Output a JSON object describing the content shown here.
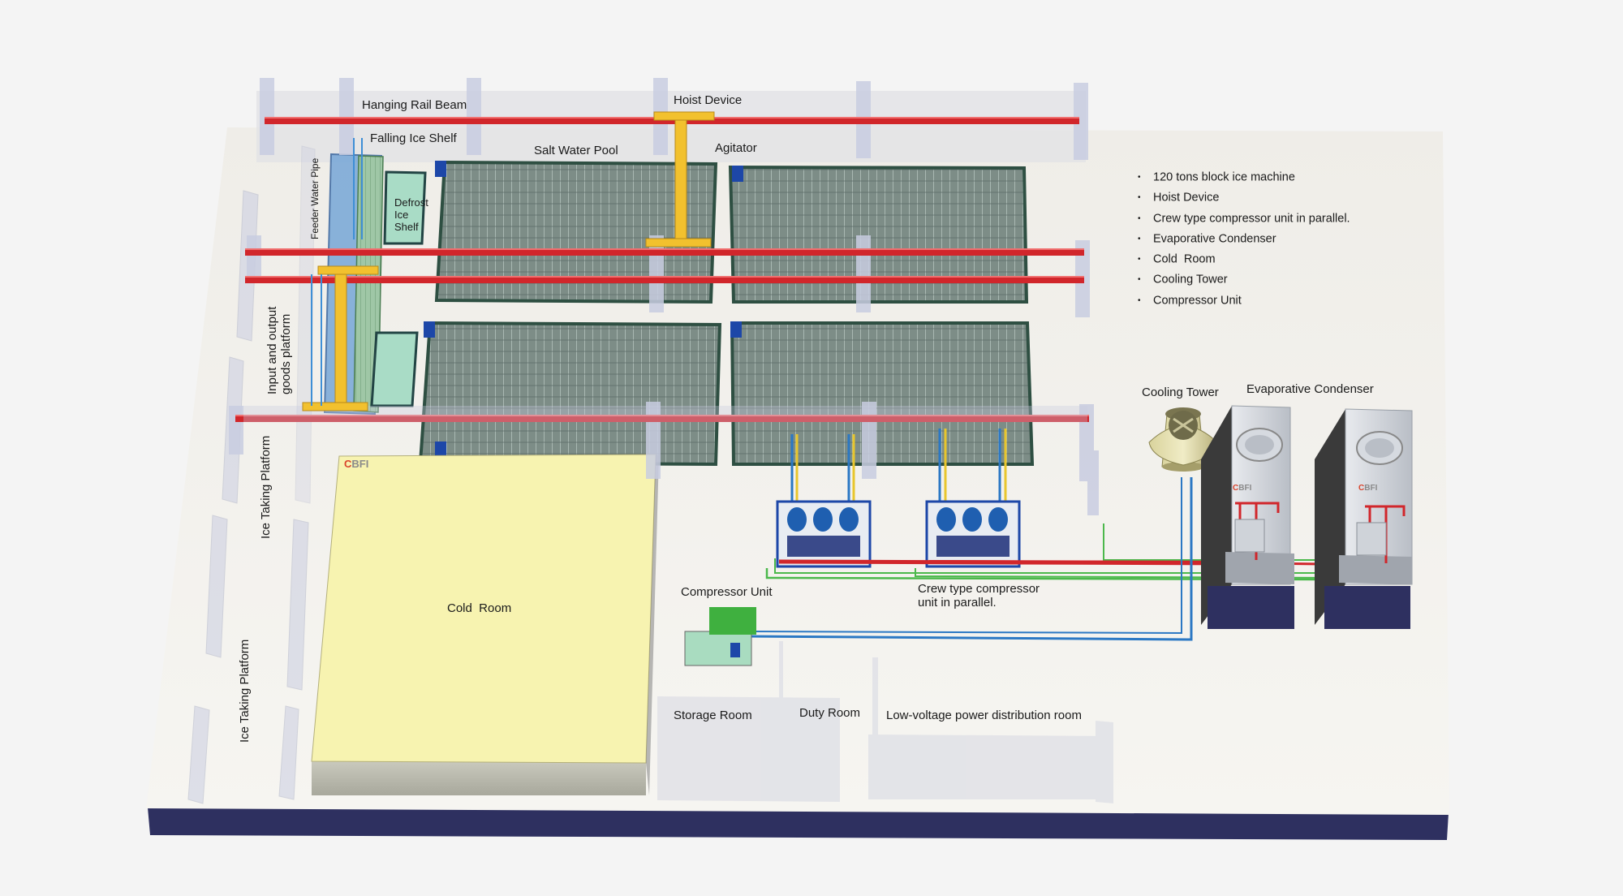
{
  "labels": {
    "hanging_rail_beam": "Hanging Rail Beam",
    "hoist_device": "Hoist Device",
    "falling_ice_shelf": "Falling Ice Shelf",
    "salt_water_pool": "Salt Water Pool",
    "agitator": "Agitator",
    "feeder_water_pipe": "Feeder Water Pipe",
    "defrost_ice_shelf": "Defrost Ice Shelf",
    "input_output_platform": "Input and output goods platform",
    "ice_taking_platform_upper": "Ice Taking Platform",
    "ice_taking_platform_lower": "Ice Taking Platform",
    "cold_room": "Cold  Room",
    "compressor_unit": "Compressor Unit",
    "crew_compressor": "Crew type compressor unit in parallel.",
    "cooling_tower": "Cooling Tower",
    "evaporative_condenser": "Evaporative Condenser",
    "storage_room": "Storage Room",
    "duty_room": "Duty Room",
    "low_voltage_room": "Low-voltage power distribution room"
  },
  "legend": [
    "120 tons block ice machine",
    "Hoist Device",
    "Crew type compressor unit in parallel.",
    "Evaporative Condenser",
    "Cold  Room",
    "Cooling Tower",
    "Compressor Unit"
  ],
  "brand": {
    "prefix": "C",
    "rest": "BFI"
  },
  "colors": {
    "floor": "#f4f2ee",
    "base": "#2e3060",
    "rail": "#d1262b",
    "hoist": "#f2c12e",
    "pool": "#6a8078",
    "cold_room": "#f7f3b0",
    "pipe_blue": "#2b78c4",
    "pipe_green": "#4bb84b",
    "condenser": "#c8ccd2",
    "wall_glass": "#c8cce0"
  }
}
